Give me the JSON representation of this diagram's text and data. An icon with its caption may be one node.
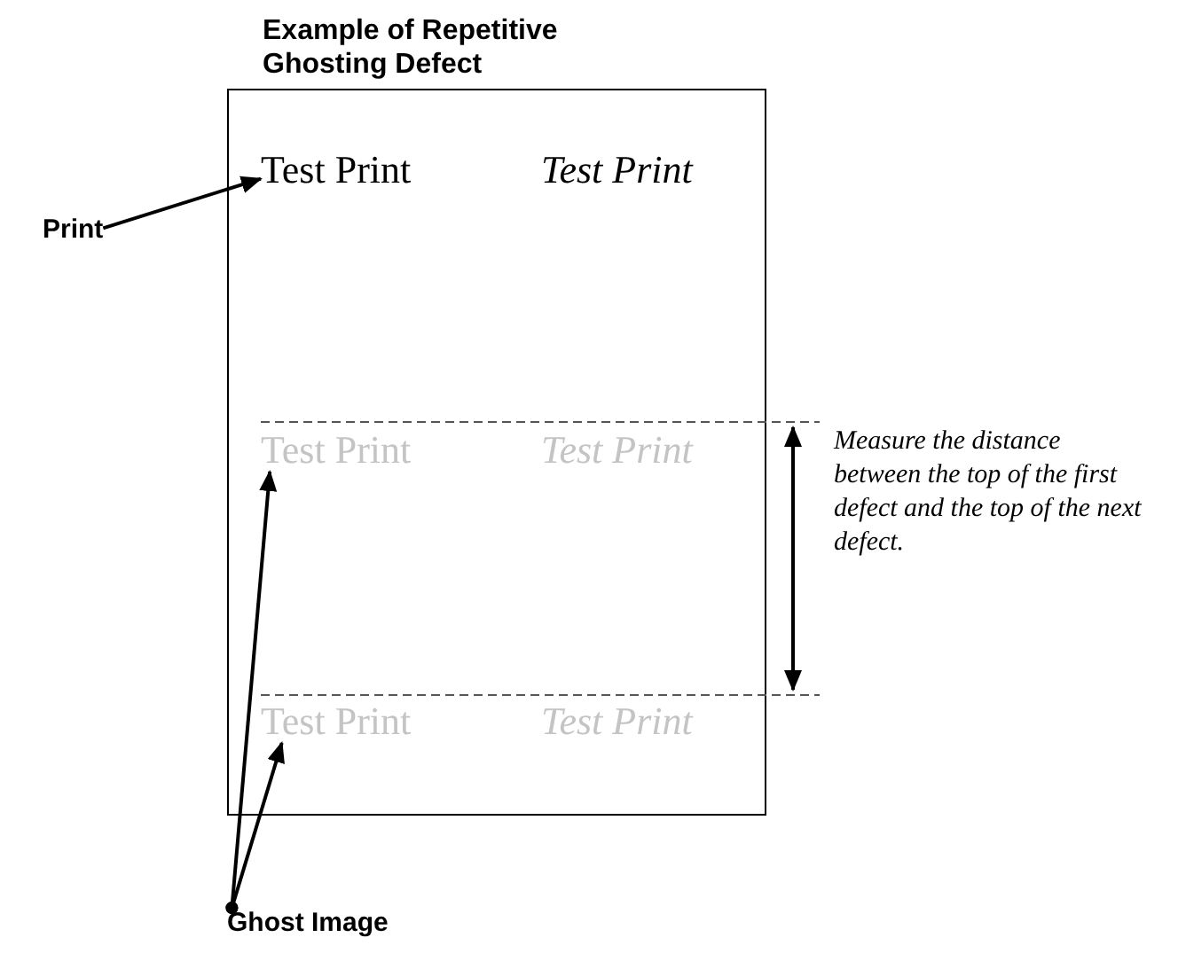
{
  "diagram": {
    "title": "Example of Repetitive Ghosting Defect",
    "nodes": [
      {
        "text": [],
        "shape": "box"
      },
      {
        "text": [
          "Test Print"
        ],
        "in": 0
      },
      {
        "text": [
          "Test Print"
        ],
        "in": 0
      },
      {
        "text": [
          "Test Print"
        ],
        "in": 0
      },
      {
        "text": [
          "Test Print"
        ],
        "in": 0
      },
      {
        "text": [
          "Test Print"
        ],
        "in": 0
      },
      {
        "text": [
          "Test Print"
        ],
        "in": 0
      },
      {
        "text": [
          "Print"
        ]
      },
      {
        "text": [
          "Ghost Image"
        ]
      }
    ],
    "edges": [
      {
        "from": 7,
        "to": 1,
        "arrow": "to"
      },
      {
        "from": 8,
        "to": 3,
        "arrow": "to"
      },
      {
        "from": 8,
        "to": 5,
        "arrow": "to"
      }
    ],
    "labels": [
      "Measure the distance between the top of the first defect and the top of the next defect."
    ]
  }
}
